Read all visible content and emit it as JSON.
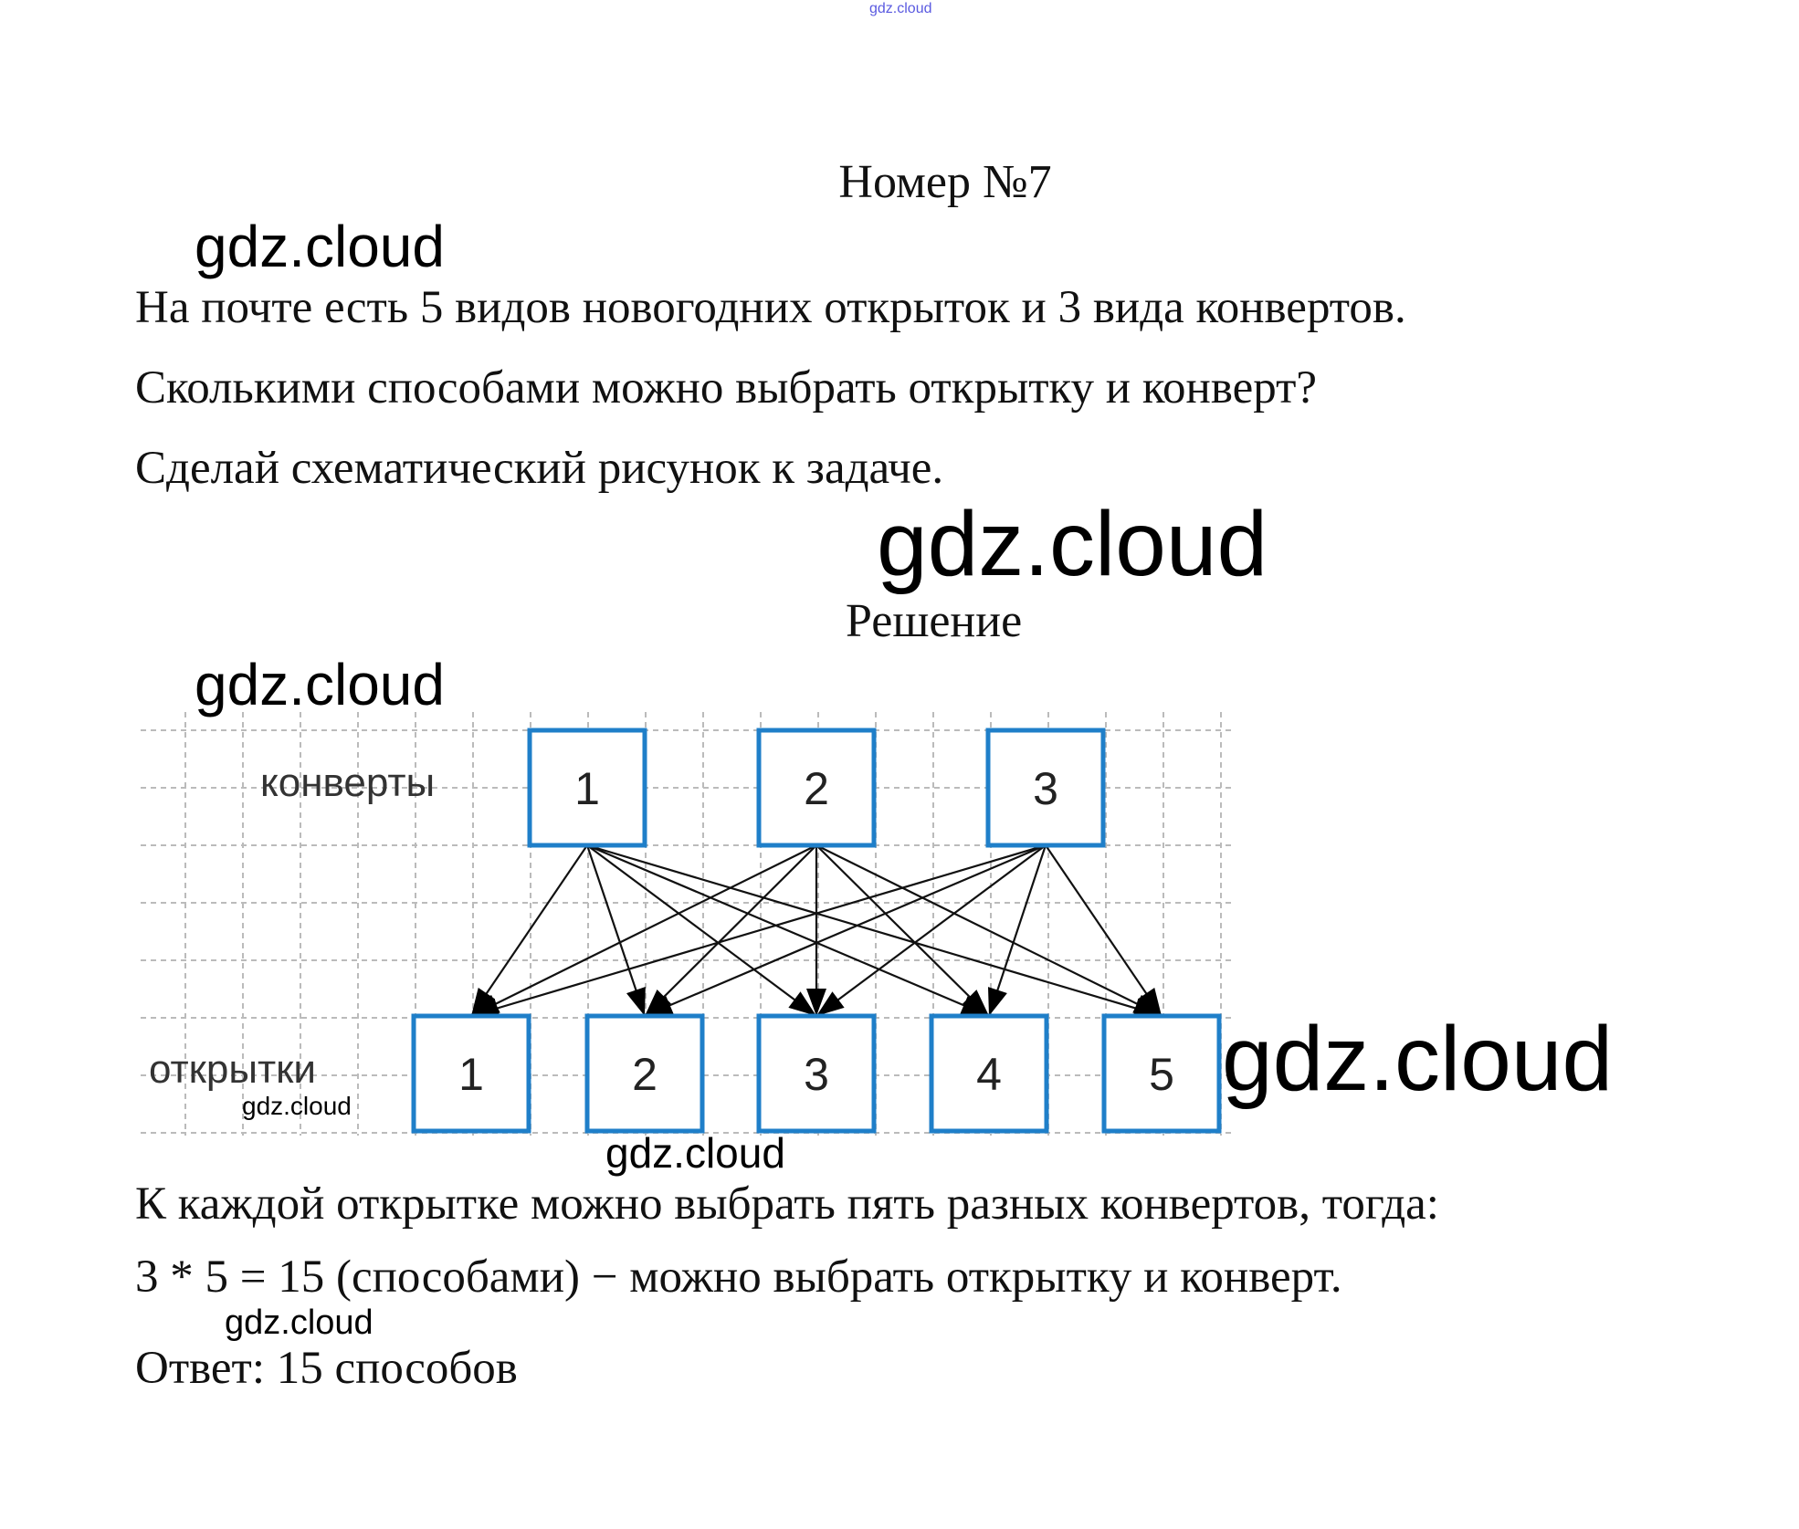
{
  "watermark": "gdz.cloud",
  "title": "Номер №7",
  "problem": [
    "На почте есть 5 видов новогодних открыток и 3 вида конвертов.",
    "Сколькими способами можно выбрать открытку и конверт?",
    "Сделай схематический рисунок к задаче."
  ],
  "solution_heading": "Решение",
  "diagram": {
    "top_label": "конверты",
    "bottom_label": "открытки",
    "top_boxes": [
      "1",
      "2",
      "3"
    ],
    "bottom_boxes": [
      "1",
      "2",
      "3",
      "4",
      "5"
    ],
    "box_color": "#1f7fc9"
  },
  "solution": [
    "К каждой открытке можно выбрать пять разных конвертов, тогда:",
    "3 * 5 = 15 (способами) − можно выбрать открытку и конверт.",
    "Ответ: 15 способов"
  ]
}
